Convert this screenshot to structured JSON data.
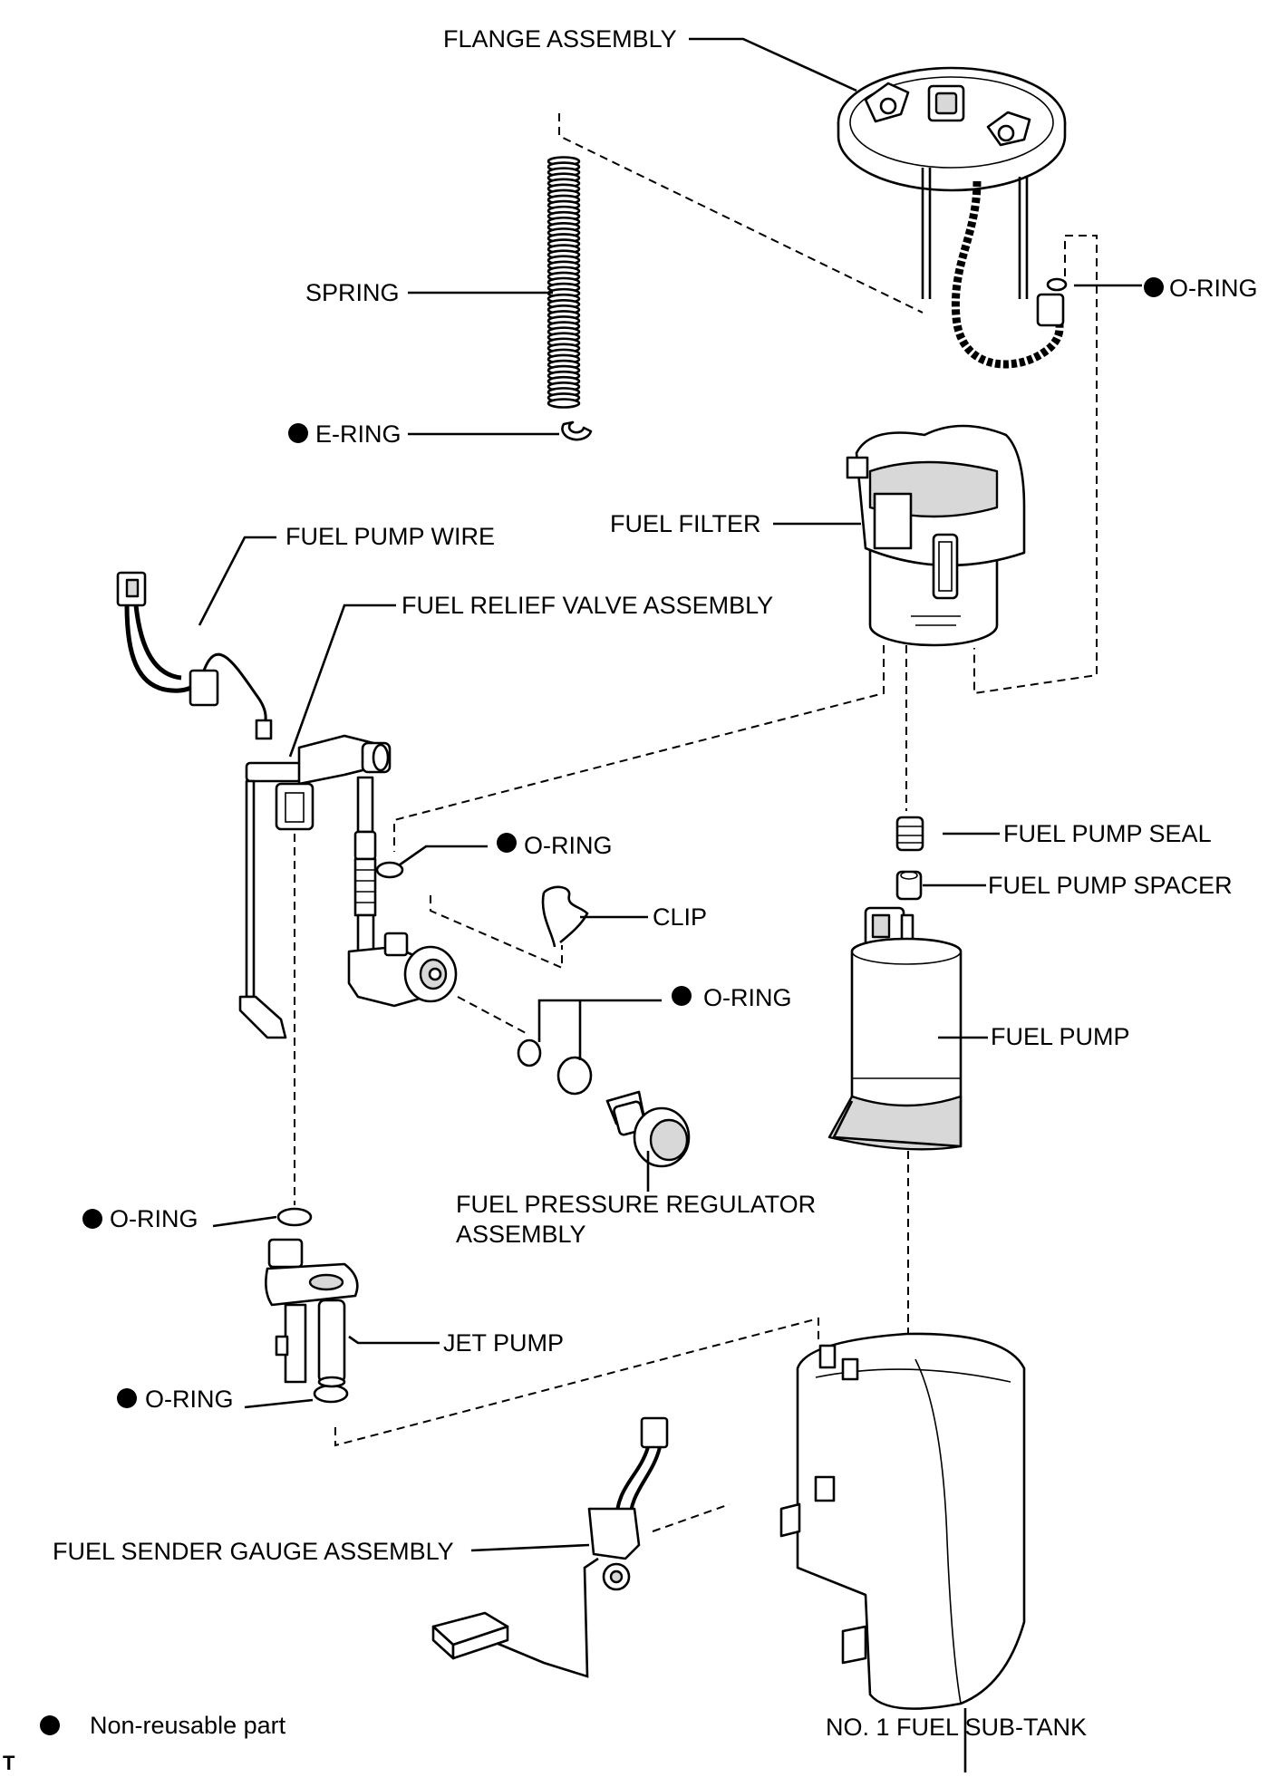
{
  "labels": {
    "flange_assembly": "FLANGE ASSEMBLY",
    "spring": "SPRING",
    "o_ring": "O-RING",
    "e_ring": "E-RING",
    "fuel_filter": "FUEL FILTER",
    "fuel_pump_wire": "FUEL PUMP WIRE",
    "fuel_relief_valve_assembly": "FUEL RELIEF VALVE ASSEMBLY",
    "fuel_pump_seal": "FUEL PUMP SEAL",
    "fuel_pump_spacer": "FUEL PUMP SPACER",
    "clip": "CLIP",
    "fuel_pump": "FUEL PUMP",
    "fuel_pressure_regulator_assembly_line1": "FUEL PRESSURE REGULATOR",
    "fuel_pressure_regulator_assembly_line2": "ASSEMBLY",
    "jet_pump": "JET PUMP",
    "fuel_sender_gauge_assembly": "FUEL SENDER GAUGE ASSEMBLY",
    "no1_fuel_sub_tank": "NO. 1 FUEL SUB-TANK"
  },
  "legend": {
    "non_reusable": "Non-reusable part"
  },
  "corner_mark": "T"
}
